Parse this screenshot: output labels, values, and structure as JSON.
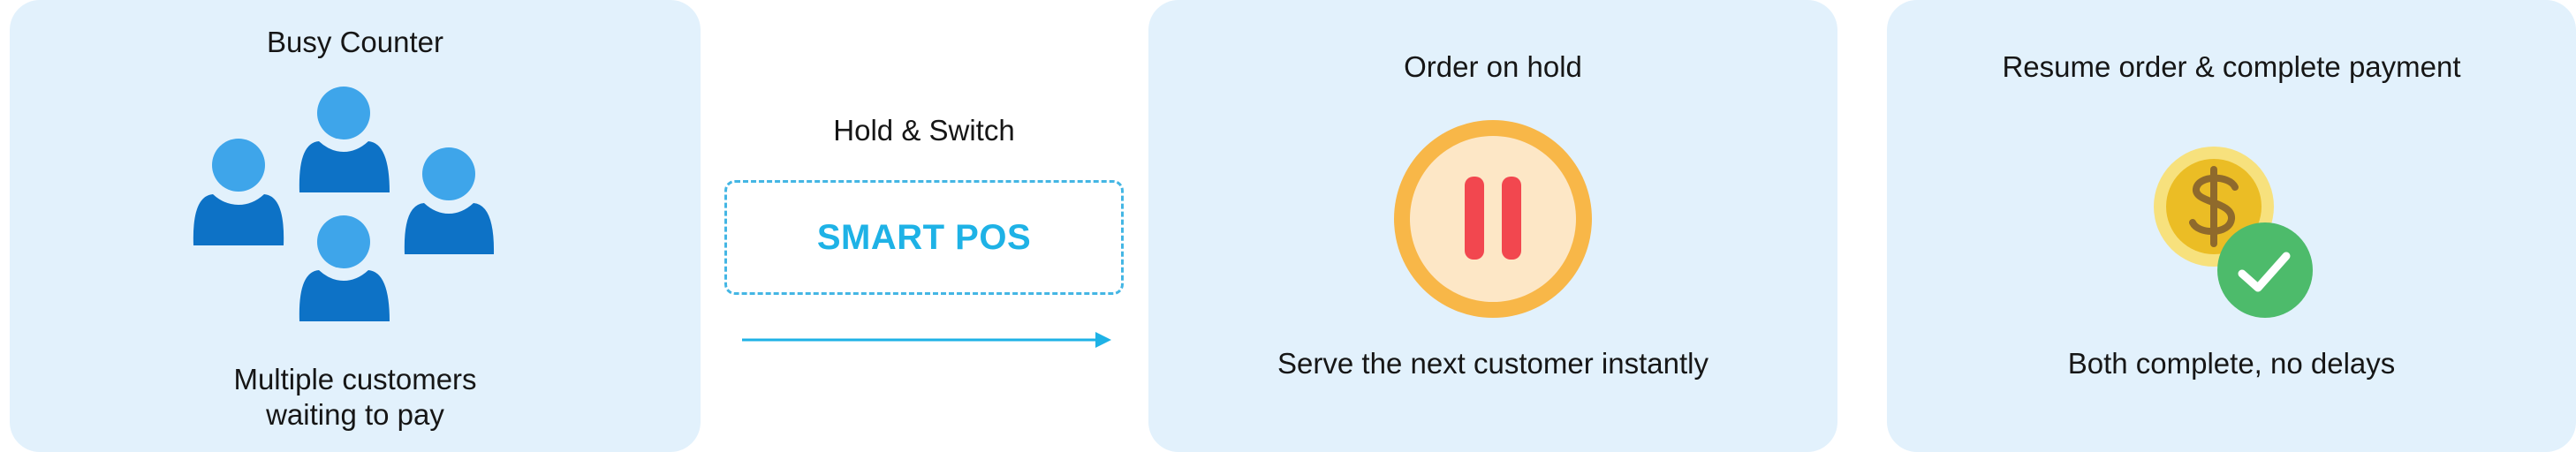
{
  "busy_counter": {
    "title": "Busy Counter",
    "caption": "Multiple customers\nwaiting to pay",
    "icon": "customers-group-icon"
  },
  "hold_switch": {
    "title": "Hold & Switch",
    "box_label": "SMART POS",
    "arrow": "right-arrow-icon"
  },
  "order_hold": {
    "title": "Order on hold",
    "caption": "Serve the next customer instantly",
    "icon": "pause-icon"
  },
  "resume": {
    "title": "Resume order & complete payment",
    "caption": "Both complete, no delays",
    "icons": [
      "dollar-coin-icon",
      "check-circle-icon"
    ]
  },
  "colors": {
    "panel_bg": "#e2f1fc",
    "person_dark": "#0d72c6",
    "person_light": "#3ea5ea",
    "accent": "#1eb2e6",
    "pause_red": "#f2474f",
    "coin_gold": "#f0c42c",
    "check_green": "#4dbb6b"
  }
}
